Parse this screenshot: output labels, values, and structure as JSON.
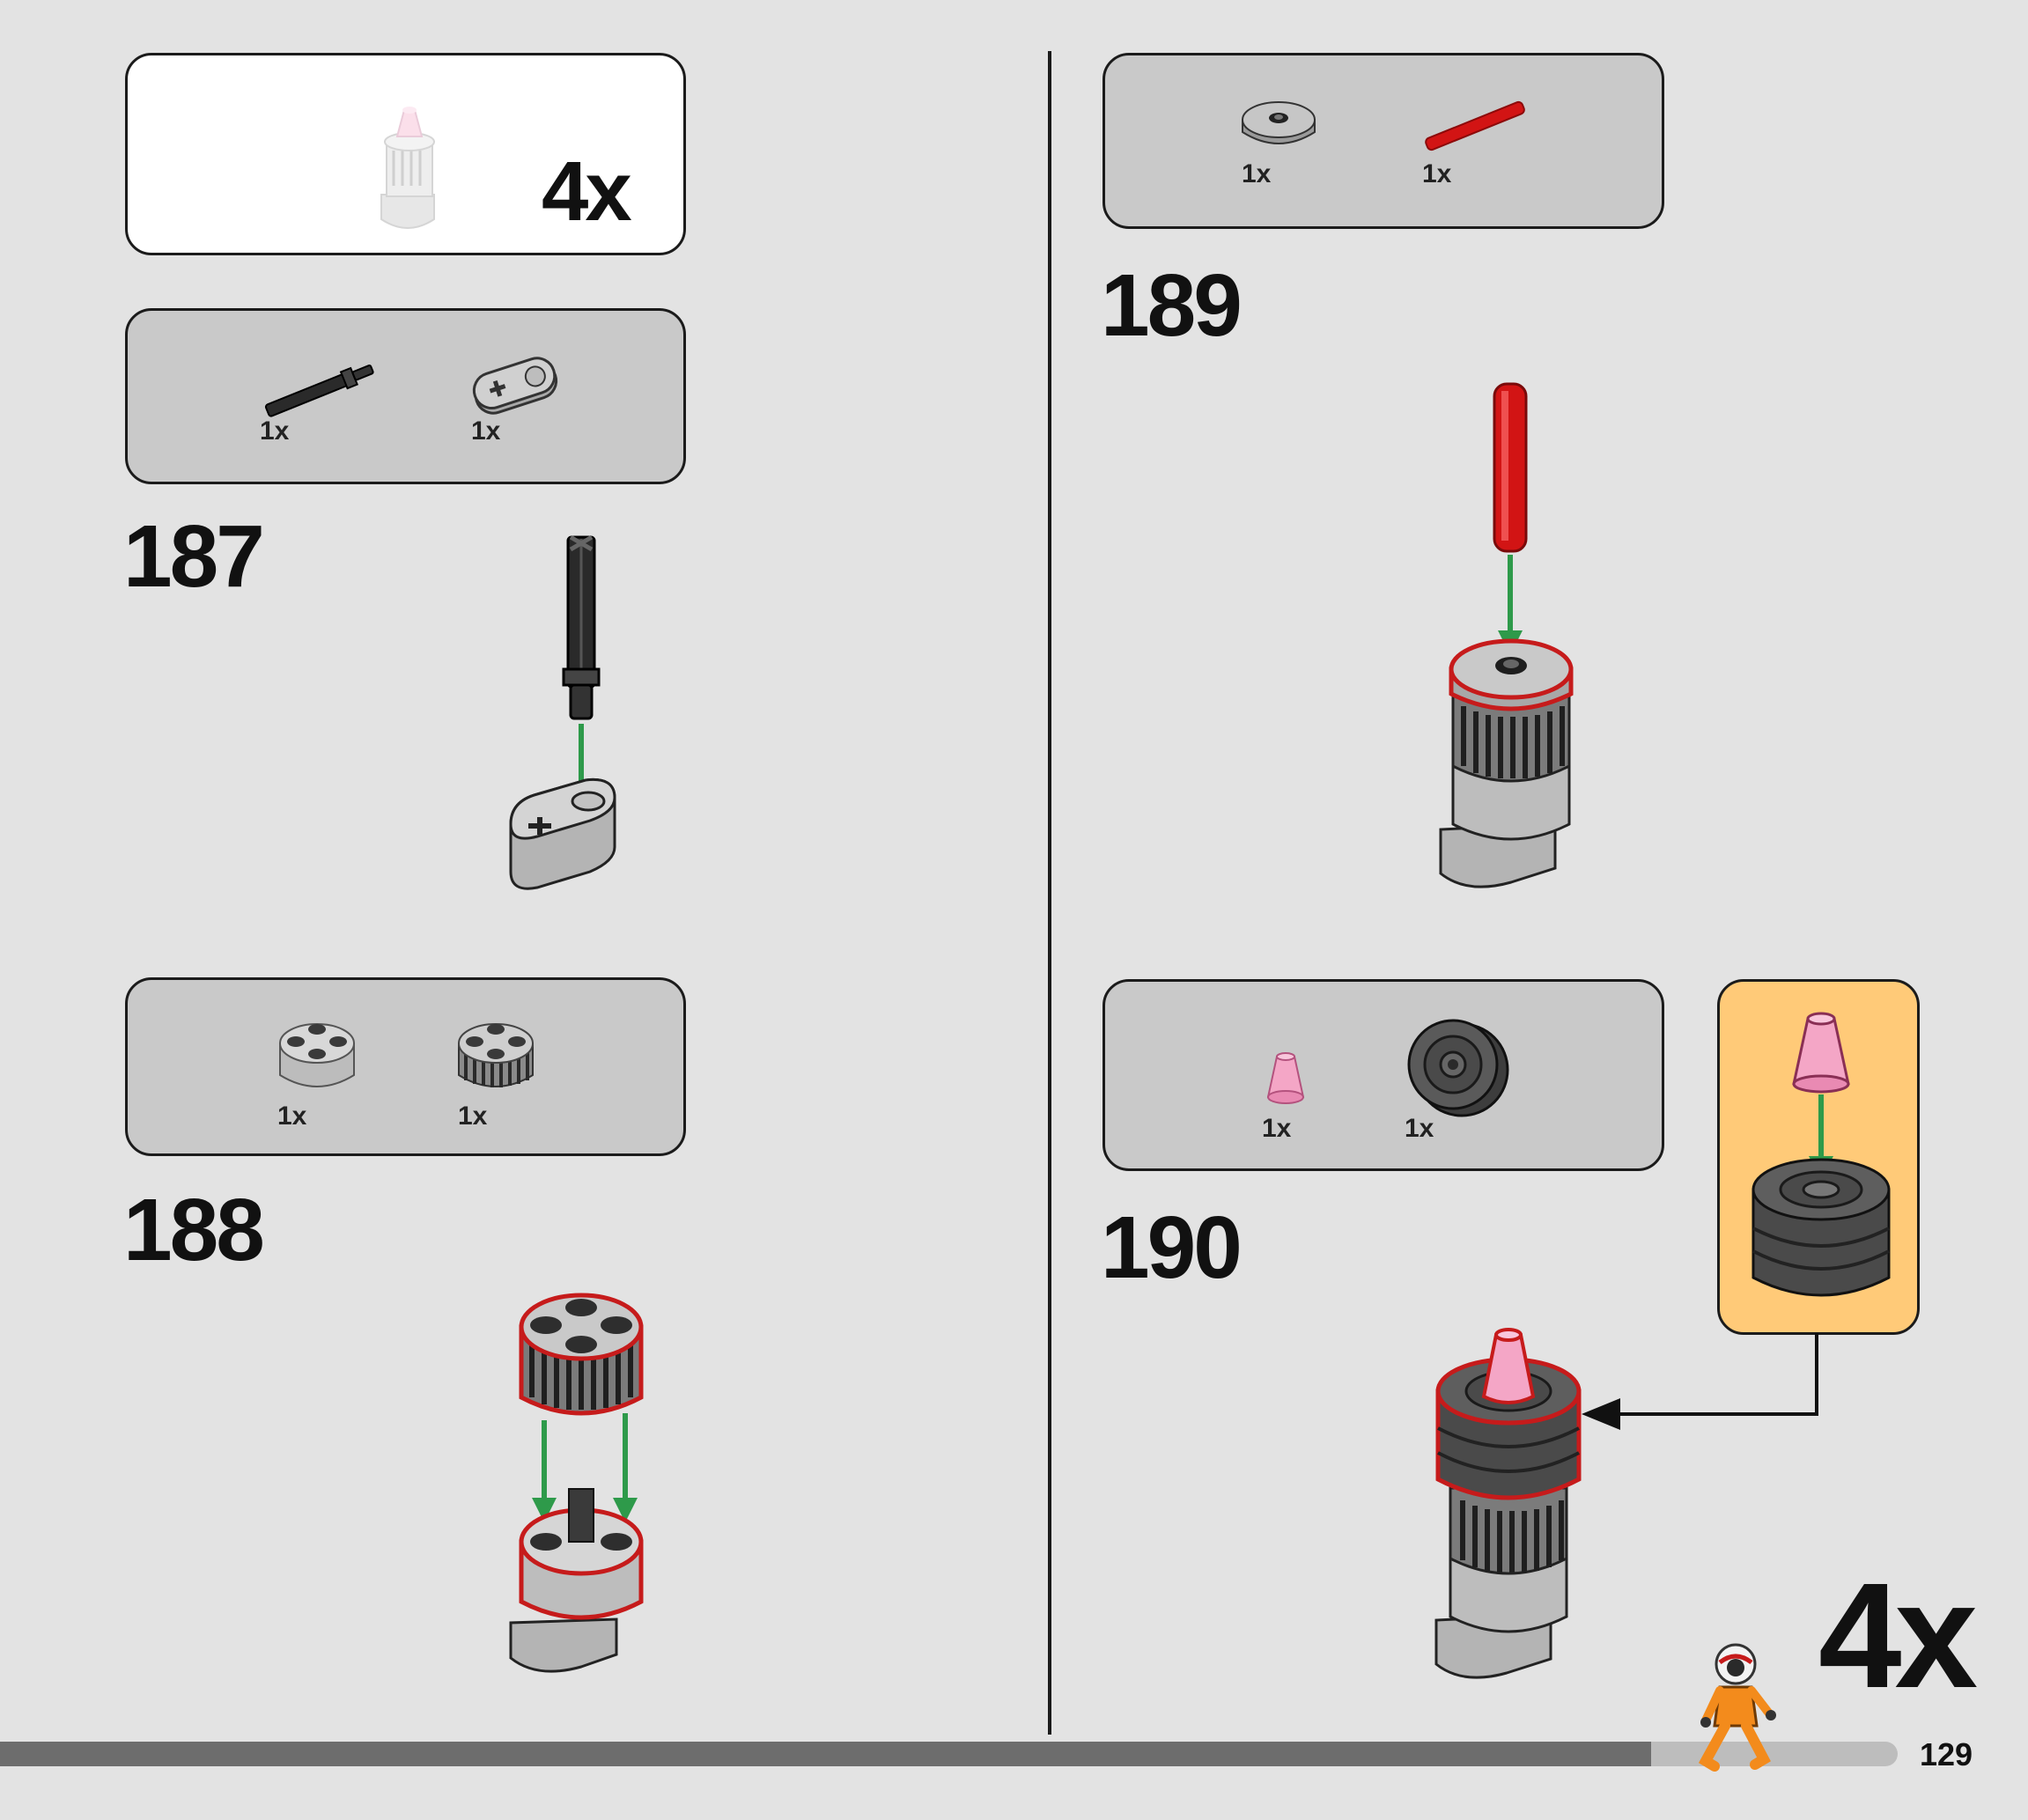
{
  "left_column": {
    "subassembly_callout": {
      "multiplier": "4x"
    },
    "step_187": {
      "number": "187",
      "parts": [
        {
          "qty": "1x",
          "part": "axle-with-stop-icon"
        },
        {
          "qty": "1x",
          "part": "beam-2-icon"
        }
      ]
    },
    "step_188": {
      "number": "188",
      "parts": [
        {
          "qty": "1x",
          "part": "round-brick-2x2-icon"
        },
        {
          "qty": "1x",
          "part": "round-brick-2x2-grille-icon"
        }
      ]
    }
  },
  "right_column": {
    "step_189": {
      "number": "189",
      "parts": [
        {
          "qty": "1x",
          "part": "round-tile-2x2-icon"
        },
        {
          "qty": "1x",
          "part": "red-axle-icon"
        }
      ]
    },
    "step_190": {
      "number": "190",
      "parts": [
        {
          "qty": "1x",
          "part": "pink-cone-icon"
        },
        {
          "qty": "1x",
          "part": "wheel-hub-icon"
        }
      ]
    },
    "repeat_multiplier": "4x"
  },
  "footer": {
    "page_number": "129",
    "progress_fraction": 0.87
  },
  "colors": {
    "background": "#e3e3e3",
    "callout_grey": "#c9c9c9",
    "callout_orange": "#ffca78",
    "arrow_green": "#2e9a4a",
    "highlight_red": "#c61b1b",
    "part_red": "#d21414",
    "part_pink": "#f4a6c6"
  }
}
